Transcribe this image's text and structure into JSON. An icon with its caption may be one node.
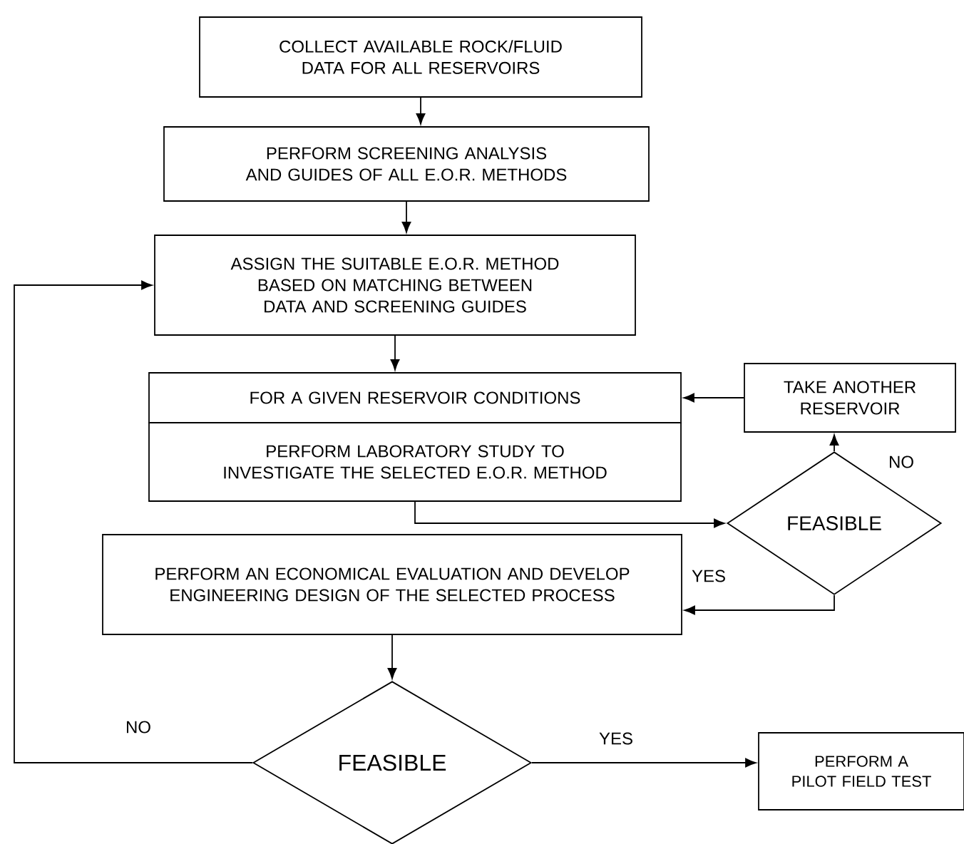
{
  "diagram": {
    "nodes": [
      {
        "text": [
          "COLLECT AVAILABLE ROCK/FLUID DATA FOR ALL RESERVOIRS"
        ]
      },
      {
        "text": [
          "PERFORM SCREENING ANALYSIS AND GUIDES OF ALL E.O.R. METHODS"
        ]
      },
      {
        "text": [
          "ASSIGN THE SUITABLE E.O.R. METHOD BASED ON MATCHING BETWEEN DATA AND SCREENING GUIDES"
        ]
      },
      {
        "text": [
          "FOR A GIVEN RESERVOIR CONDITIONS"
        ]
      },
      {
        "text": [
          "PERFORM LABORATORY STUDY TO INVESTIGATE THE SELECTED E.O.R. METHOD"
        ]
      },
      {
        "text": [
          "TAKE ANOTHER RESERVOIR"
        ]
      },
      {
        "text": [
          "FEASIBLE"
        ]
      },
      {
        "text": [
          "PERFORM AN ECONOMICAL EVALUATION AND DEVELOP ENGINEERING DESIGN OF THE SELECTED PROCESS"
        ]
      },
      {
        "text": [
          "FEASIBLE"
        ]
      },
      {
        "text": [
          "PERFORM A PILOT FIELD TEST"
        ]
      }
    ],
    "edges": [
      {
        "from": 0,
        "to": 1,
        "arrow": "to"
      },
      {
        "from": 1,
        "to": 2,
        "arrow": "to"
      },
      {
        "from": 2,
        "to": 3,
        "arrow": "to"
      },
      {
        "from": 5,
        "to": 3,
        "arrow": "to"
      },
      {
        "from": 6,
        "to": 5,
        "arrow": "to",
        "label": "NO"
      },
      {
        "from": 4,
        "to": 6,
        "arrow": "to"
      },
      {
        "from": 6,
        "to": 7,
        "arrow": "to",
        "label": "YES"
      },
      {
        "from": 7,
        "to": 8,
        "arrow": "to"
      },
      {
        "from": 8,
        "to": 2,
        "arrow": "to",
        "label": "NO"
      },
      {
        "from": 8,
        "to": 9,
        "arrow": "to",
        "label": "YES"
      }
    ]
  }
}
